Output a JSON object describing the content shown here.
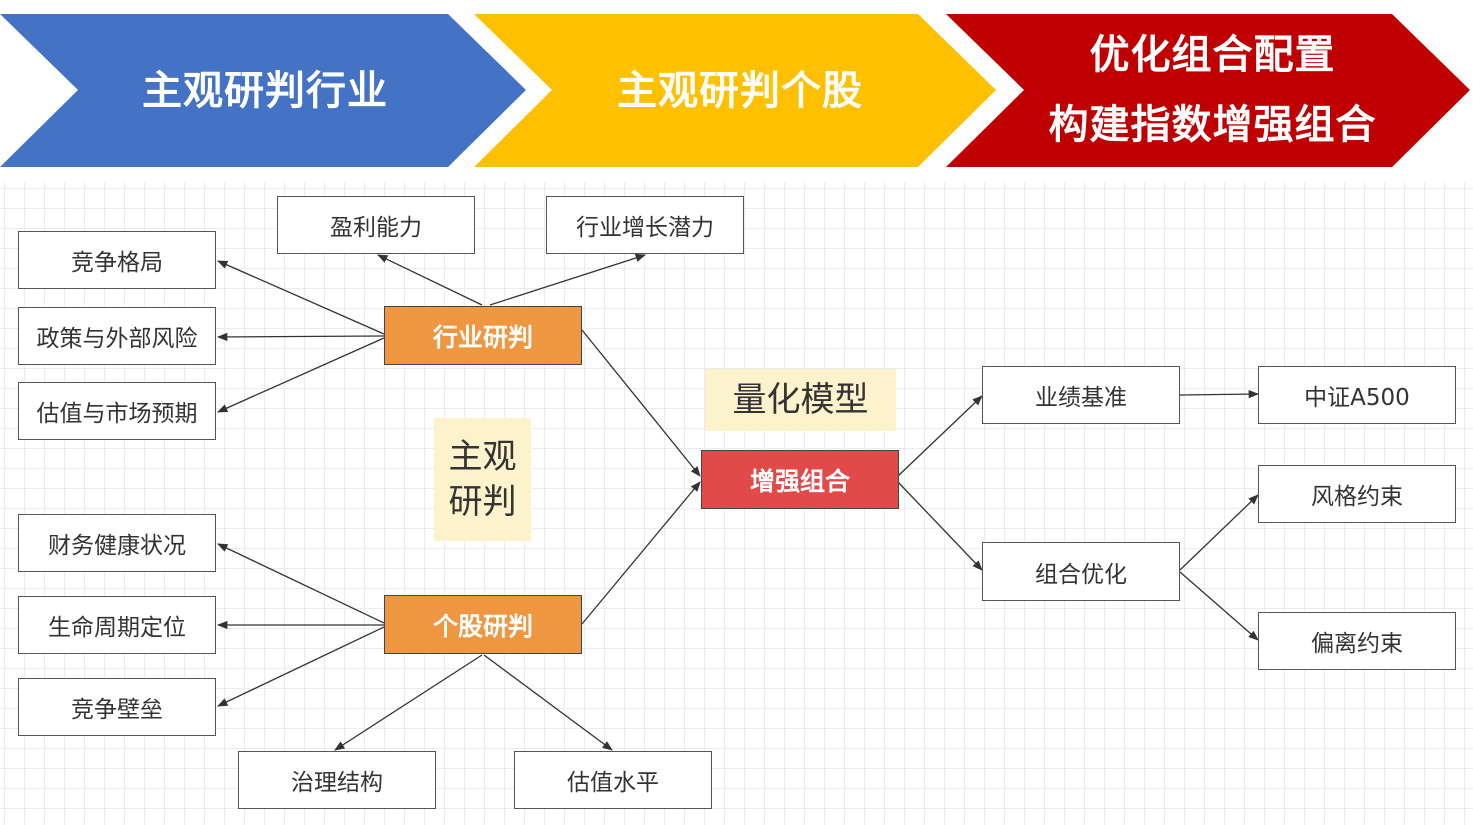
{
  "banner": {
    "step1": "主观研判行业",
    "step2": "主观研判个股",
    "step3_line1": "优化组合配置",
    "step3_line2": "构建指数增强组合",
    "colors": {
      "step1": "#4472c4",
      "step2": "#ffc000",
      "step3": "#c00000"
    }
  },
  "industry": {
    "label": "行业研判",
    "factors": {
      "profitability": "盈利能力",
      "growth_potential": "行业增长潜力",
      "competition": "竞争格局",
      "policy_risk": "政策与外部风险",
      "valuation_expectation": "估值与市场预期"
    }
  },
  "stock": {
    "label": "个股研判",
    "factors": {
      "financial_health": "财务健康状况",
      "lifecycle": "生命周期定位",
      "moat": "竞争壁垒",
      "governance": "治理结构",
      "valuation_level": "估值水平"
    }
  },
  "notes": {
    "subjective": "主观研判",
    "quant_model": "量化模型"
  },
  "enhanced": {
    "label": "增强组合",
    "benchmark": "业绩基准",
    "benchmark_index": "中证A500",
    "optimization": "组合优化",
    "style_constraint": "风格约束",
    "deviation_constraint": "偏离约束"
  },
  "colors": {
    "hub": "#ef9641",
    "core": "#e24a4a",
    "note_bg": "#fcf2cc",
    "grid": "#ececec"
  }
}
